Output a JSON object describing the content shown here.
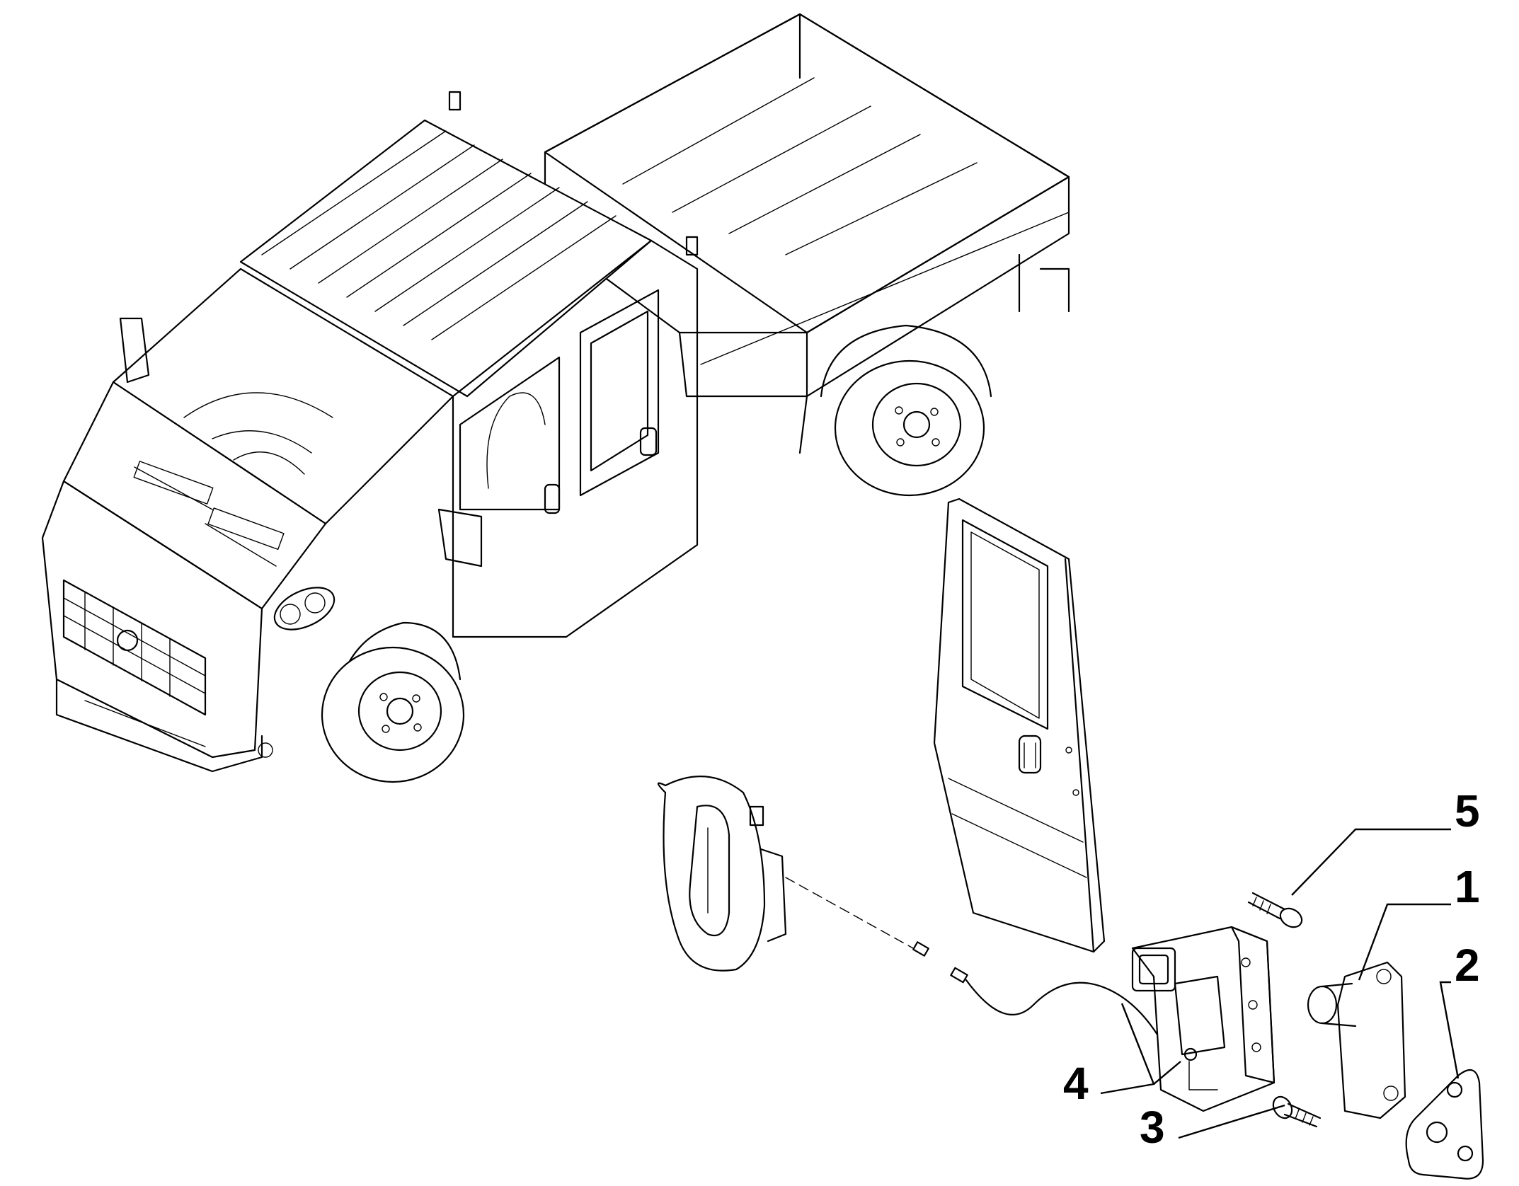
{
  "callouts": [
    {
      "id": "5",
      "label": "5"
    },
    {
      "id": "1",
      "label": "1"
    },
    {
      "id": "2",
      "label": "2"
    },
    {
      "id": "4",
      "label": "4"
    },
    {
      "id": "3",
      "label": "3"
    }
  ]
}
